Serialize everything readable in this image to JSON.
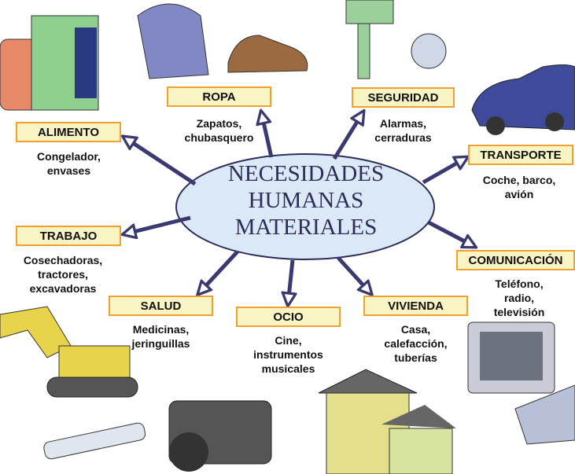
{
  "title": [
    "NECESIDADES",
    "HUMANAS",
    "MATERIALES"
  ],
  "colors": {
    "arrow": "#3a3a70",
    "ellipse": "#dbe9f6",
    "box_bg": "#f8f4c4",
    "box_border": "#f0a030"
  },
  "nodes": [
    {
      "label": "ROPA",
      "desc": [
        "Zapatos,",
        "chubasquero"
      ]
    },
    {
      "label": "SEGURIDAD",
      "desc": [
        "Alarmas,",
        "cerraduras"
      ]
    },
    {
      "label": "ALIMENTO",
      "desc": [
        "Congelador,",
        "envases"
      ]
    },
    {
      "label": "TRANSPORTE",
      "desc": [
        "Coche, barco,",
        "avión"
      ]
    },
    {
      "label": "TRABAJO",
      "desc": [
        "Cosechadoras,",
        "tractores,",
        "excavadoras"
      ]
    },
    {
      "label": "COMUNICACIÓN",
      "desc": [
        "Teléfono,",
        "radio,",
        "televisión"
      ]
    },
    {
      "label": "SALUD",
      "desc": [
        "Medicinas,",
        "jeringuillas"
      ]
    },
    {
      "label": "OCIO",
      "desc": [
        "Cine,",
        "instrumentos",
        "musicales"
      ]
    },
    {
      "label": "VIVIENDA",
      "desc": [
        "Casa,",
        "calefacción,",
        "tuberías"
      ]
    }
  ]
}
